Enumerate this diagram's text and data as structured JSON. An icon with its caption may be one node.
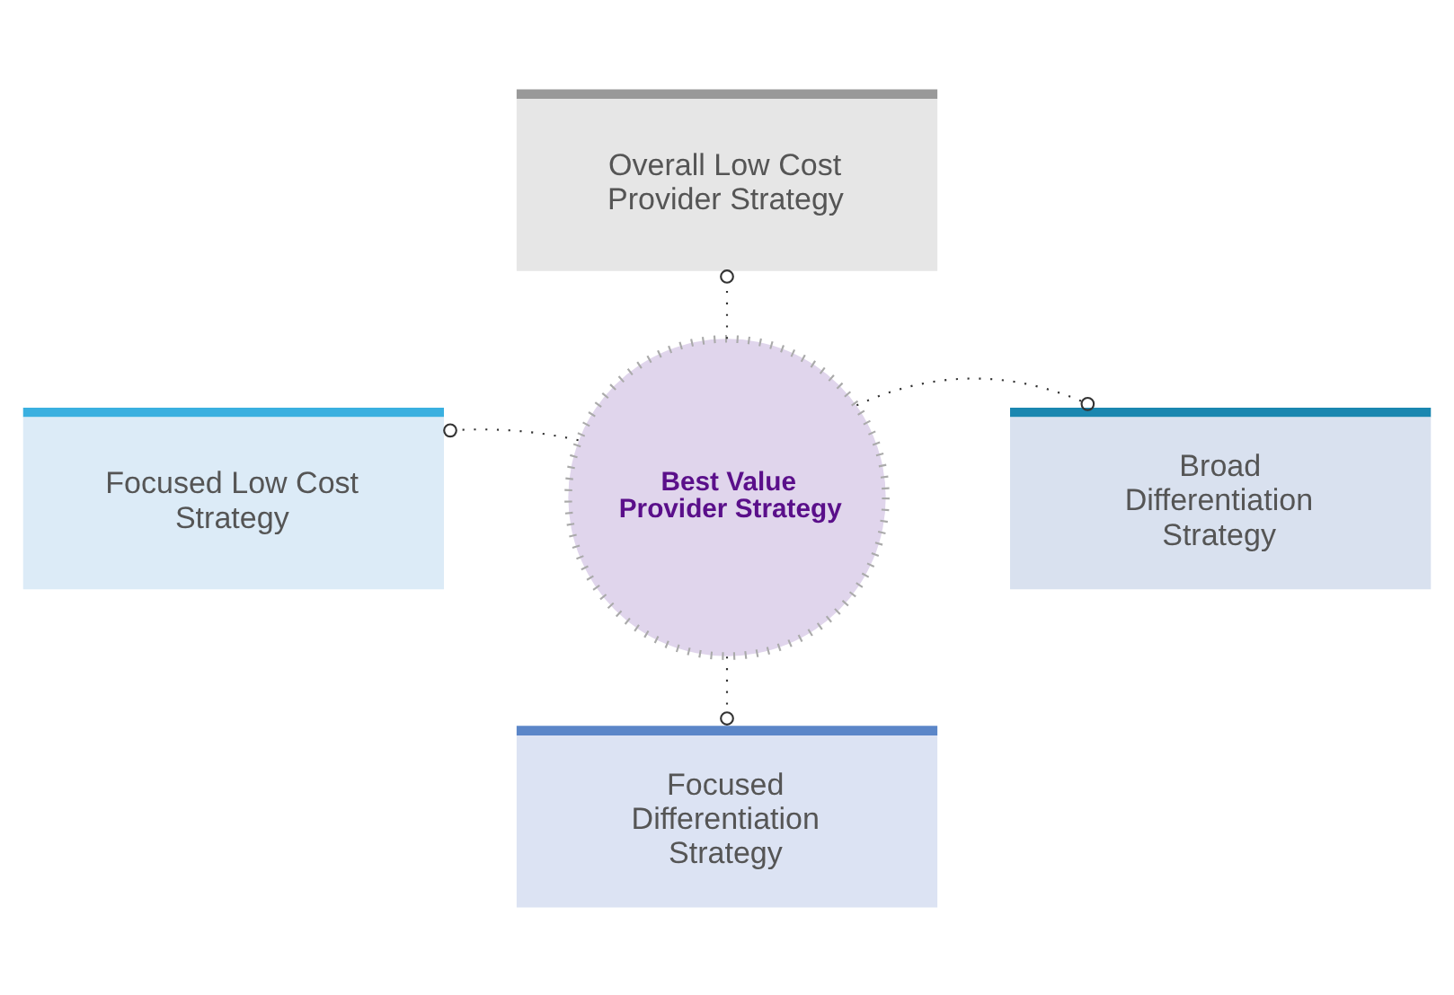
{
  "diagram": {
    "nodes": [
      {
        "text": [
          "Overall Low Cost Provider Strategy"
        ]
      },
      {
        "text": [
          "Focused Low Cost Strategy"
        ]
      },
      {
        "text": [
          "Best Value Provider Strategy"
        ]
      },
      {
        "text": [
          "Broad Differentiation Strategy"
        ]
      },
      {
        "text": [
          "Focused Differentiation Strategy"
        ]
      }
    ],
    "edges": [
      {
        "from": 2,
        "to": 0,
        "arrow": "other",
        "style": "dashed"
      },
      {
        "from": 2,
        "to": 1,
        "arrow": "other",
        "style": "dashed"
      },
      {
        "from": 2,
        "to": 3,
        "arrow": "other",
        "style": "dashed"
      },
      {
        "from": 2,
        "to": 4,
        "arrow": "other",
        "style": "dashed"
      }
    ]
  }
}
